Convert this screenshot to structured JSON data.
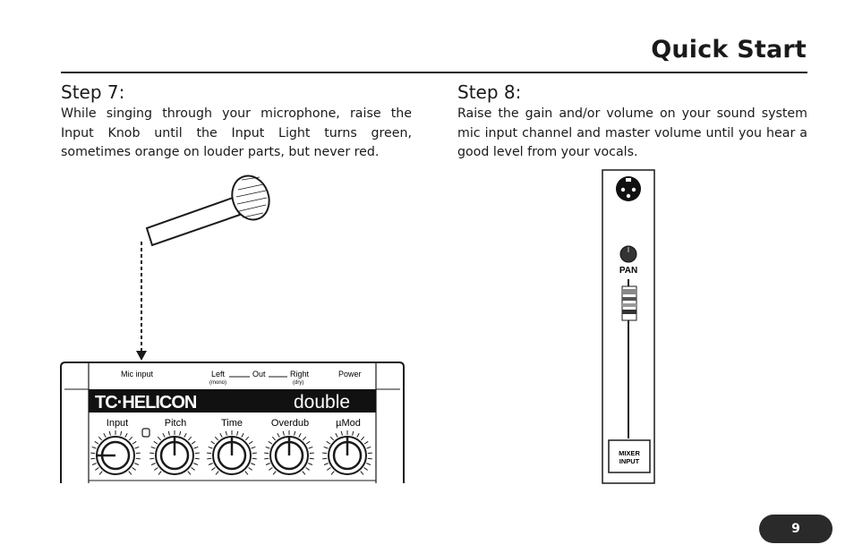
{
  "header": {
    "title": "Quick Start"
  },
  "step7": {
    "heading": "Step 7:",
    "body": "While singing through your microphone, raise the Input Knob until the Input Light turns green, sometimes orange on louder parts, but never red."
  },
  "step8": {
    "heading": "Step 8:",
    "body": "Raise the gain and/or volume on your sound system mic input channel and master volume until you hear a good level from your vocals."
  },
  "pedal": {
    "brand": "TC·HELICON",
    "model": "double",
    "jacks": {
      "mic_input": "Mic input",
      "left": "Left",
      "left_sub": "(mono)",
      "out": "Out",
      "right": "Right",
      "right_sub": "(dry)",
      "power": "Power"
    },
    "knobs": [
      "Input",
      "Pitch",
      "Time",
      "Overdub",
      "µMod"
    ]
  },
  "mixer": {
    "pan": "PAN",
    "mixer_input_line1": "MIXER",
    "mixer_input_line2": "INPUT"
  },
  "footer": {
    "page_number": "9"
  }
}
